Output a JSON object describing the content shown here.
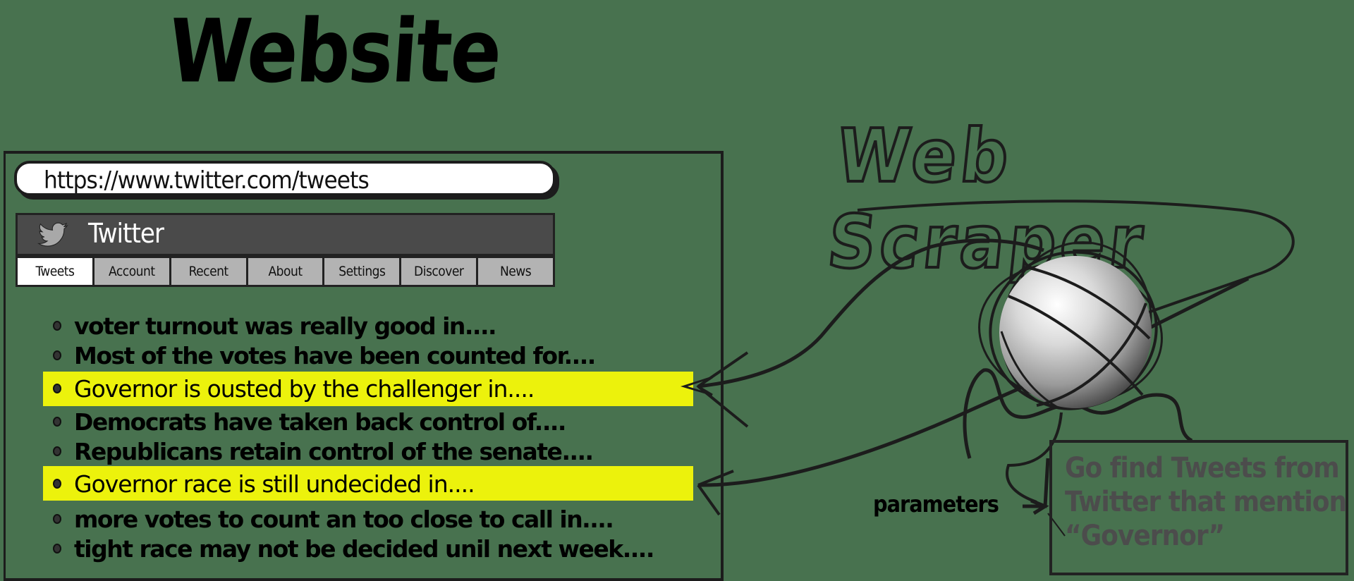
{
  "diagram": {
    "left_title": "Website",
    "right_title": "Web Scraper",
    "background_color": "#48724F",
    "highlight_color": "#ECF20C"
  },
  "browser": {
    "url": "https://www.twitter.com/tweets",
    "site_name": "Twitter",
    "site_icon": "twitter-bird-icon",
    "tabs": [
      {
        "label": "Tweets",
        "active": true
      },
      {
        "label": "Account",
        "active": false
      },
      {
        "label": "Recent",
        "active": false
      },
      {
        "label": "About",
        "active": false
      },
      {
        "label": "Settings",
        "active": false
      },
      {
        "label": "Discover",
        "active": false
      },
      {
        "label": "News",
        "active": false
      }
    ],
    "tweets": [
      {
        "text": "voter turnout was really good in....",
        "highlighted": false
      },
      {
        "text": "Most of the votes have been counted for....",
        "highlighted": false
      },
      {
        "text": "Governor is ousted by the challenger in....",
        "highlighted": true
      },
      {
        "text": "Democrats have taken back control of....",
        "highlighted": false
      },
      {
        "text": "Republicans retain control of the senate....",
        "highlighted": false
      },
      {
        "text": "Governor race is still undecided in....",
        "highlighted": true
      },
      {
        "text": "more votes to count an too close to call in....",
        "highlighted": false
      },
      {
        "text": "tight race may not be decided unil next week....",
        "highlighted": false
      }
    ]
  },
  "scraper": {
    "parameters_label": "parameters",
    "parameters_text": "Go find Tweets from Twitter that mention “Governor”",
    "icon": "globe-sphere-icon"
  }
}
